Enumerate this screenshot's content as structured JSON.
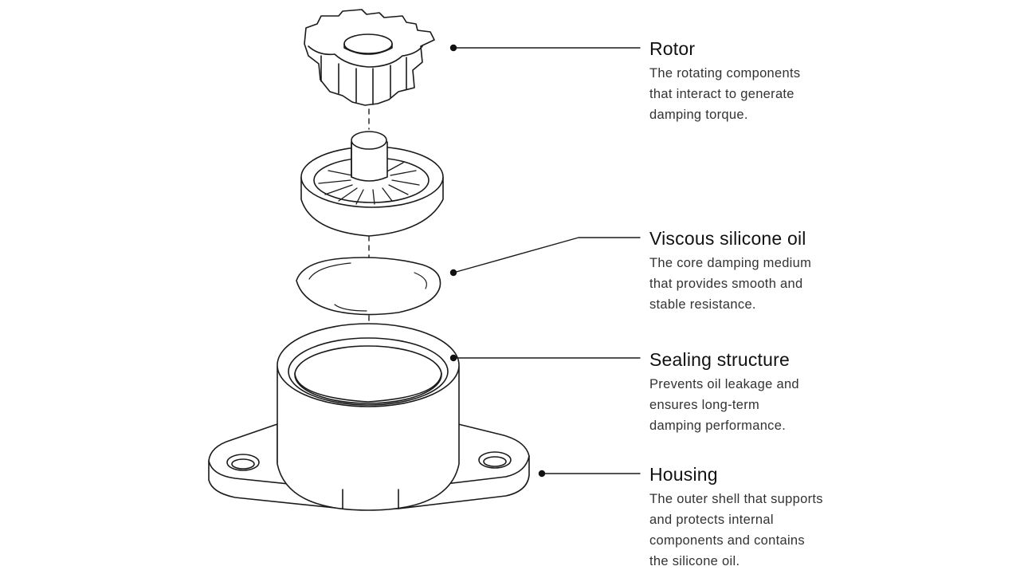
{
  "callouts": {
    "rotor": {
      "title": "Rotor",
      "lines": [
        "The rotating components",
        "that interact to generate",
        "damping torque."
      ]
    },
    "oil": {
      "title": "Viscous silicone oil",
      "lines": [
        "The core damping medium",
        "that provides smooth and",
        "stable resistance."
      ]
    },
    "seal": {
      "title": "Sealing structure",
      "lines": [
        "Prevents oil leakage and",
        "ensures long-term",
        "damping performance."
      ]
    },
    "housing": {
      "title": "Housing",
      "lines": [
        "The outer shell that supports",
        "and protects internal",
        "components and contains",
        "the silicone oil."
      ]
    }
  },
  "colors": {
    "line": "#1a1a1a",
    "text": "#111111",
    "body_text": "#333333",
    "background": "#ffffff"
  }
}
